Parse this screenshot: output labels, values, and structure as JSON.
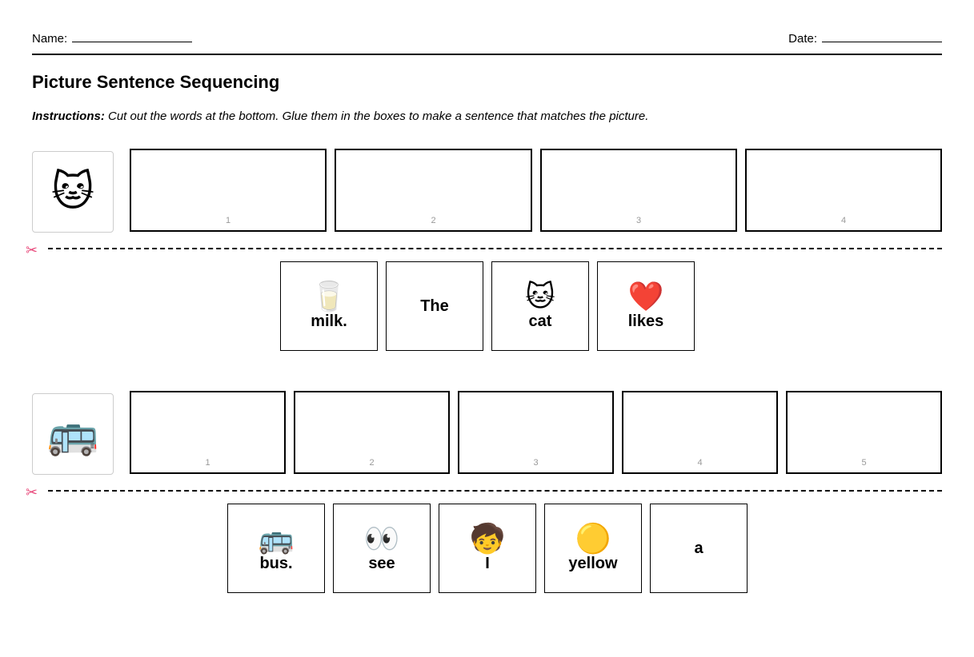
{
  "header": {
    "name_label": "Name:",
    "date_label": "Date:"
  },
  "title": "Picture Sentence Sequencing",
  "instructions": {
    "label": "Instructions:",
    "text": " Cut out the words at the bottom. Glue them in the boxes to make a sentence that matches the picture."
  },
  "cut_icon": "✂",
  "exercises": [
    {
      "picture_emoji": "🐱",
      "picture_name": "cat-face",
      "slots": [
        "1",
        "2",
        "3",
        "4"
      ],
      "cards": [
        {
          "emoji": "🥛",
          "word": "milk."
        },
        {
          "emoji": "",
          "word": "The"
        },
        {
          "emoji": "🐱",
          "word": "cat"
        },
        {
          "emoji": "❤️",
          "word": "likes"
        }
      ]
    },
    {
      "picture_emoji": "🚌",
      "picture_name": "bus",
      "slots": [
        "1",
        "2",
        "3",
        "4",
        "5"
      ],
      "cards": [
        {
          "emoji": "🚌",
          "word": "bus."
        },
        {
          "emoji": "👀",
          "word": "see"
        },
        {
          "emoji": "🧒",
          "word": "I"
        },
        {
          "emoji": "🟡",
          "word": "yellow"
        },
        {
          "emoji": "",
          "word": "a"
        }
      ]
    }
  ]
}
